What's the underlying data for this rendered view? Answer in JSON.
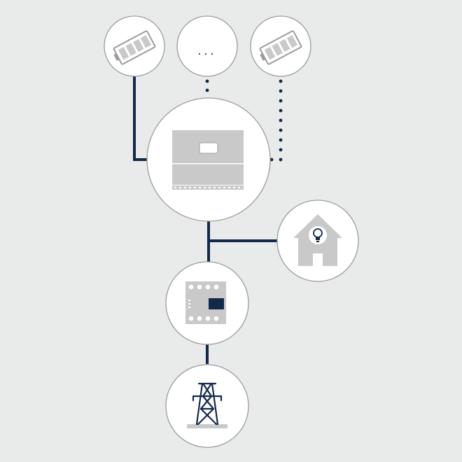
{
  "diagram": {
    "placeholder_module_label": "...",
    "colors": {
      "background": "#e9ebea",
      "node_fill": "#ffffff",
      "node_stroke": "#9a9c9c",
      "connector": "#13294b",
      "device_gray": "#c8c9c8"
    },
    "nodes": [
      {
        "id": "battery-module-1",
        "icon": "battery-module-icon"
      },
      {
        "id": "battery-module-placeholder",
        "icon": "ellipsis-icon"
      },
      {
        "id": "battery-module-2",
        "icon": "battery-module-icon"
      },
      {
        "id": "inverter",
        "icon": "inverter-icon"
      },
      {
        "id": "house-load",
        "icon": "house-lightbulb-icon"
      },
      {
        "id": "energy-meter",
        "icon": "energy-meter-icon"
      },
      {
        "id": "grid",
        "icon": "power-pylon-icon"
      }
    ]
  }
}
